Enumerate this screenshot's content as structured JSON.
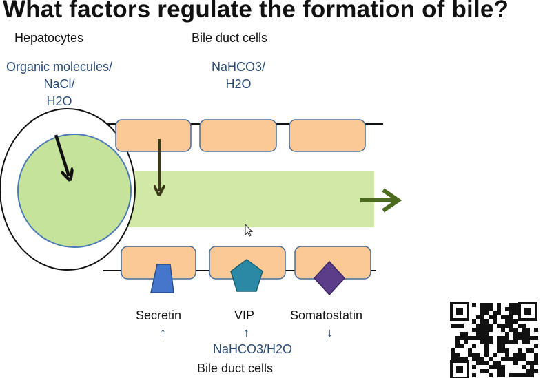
{
  "title": "What factors regulate the formation of bile?",
  "labels": {
    "hepatocytes": "Hepatocytes",
    "bile_duct_cells_top": "Bile duct cells",
    "bile_duct_cells_bottom": "Bile duct cells"
  },
  "hepatocyte_secretions": [
    "Organic molecules/",
    "NaCl/",
    "H2O"
  ],
  "duct_secretions": [
    "NaHCO3/",
    "H2O"
  ],
  "receptors": [
    {
      "name": "Secretin",
      "effect": "↑",
      "shape": "trapezoid",
      "color": "#4477cc"
    },
    {
      "name": "VIP",
      "effect": "↑",
      "shape": "pentagon",
      "color": "#2a8aa6"
    },
    {
      "name": "Somatostatin",
      "effect": "↓",
      "shape": "diamond",
      "color": "#5c3d8a"
    }
  ],
  "vip_effect_note": "NaHCO3/H2O",
  "colors": {
    "duct_cell_fill": "#fbc995",
    "duct_cell_border": "#4a6a95",
    "lumen": "#d1e8a6",
    "hepatocyte_fill": "#c5e39a",
    "hepatocyte_border": "#4a7ab5",
    "flow_arrow": "#4c6b1e"
  }
}
